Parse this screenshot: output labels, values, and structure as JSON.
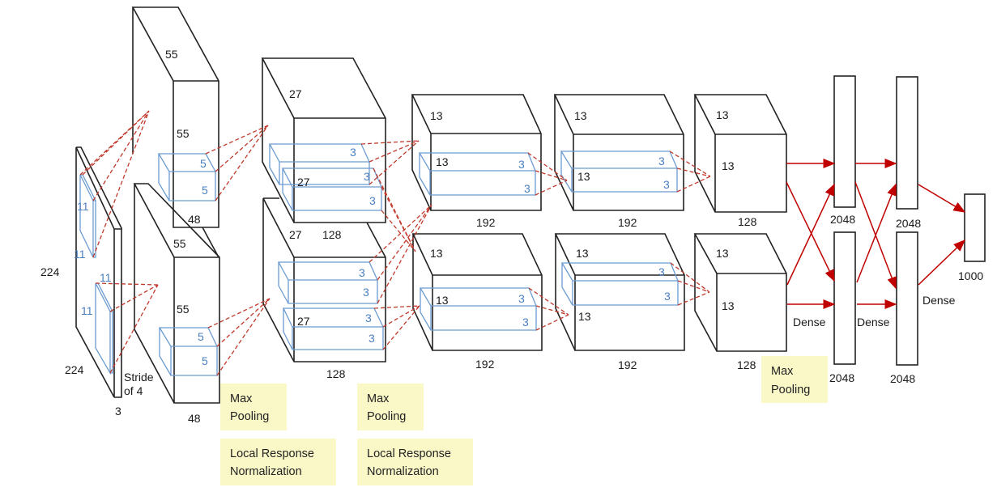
{
  "title": "AlexNet architecture",
  "colors": {
    "tensor_outline": "#222222",
    "kernel_outline": "#6b9bd1",
    "receptive_field": "#c0392b",
    "dense_arrow": "#c00000",
    "note_bg": "#fbf8c8"
  },
  "input": {
    "height": "224",
    "width": "224",
    "depth": "3",
    "kernel_a_h": "11",
    "kernel_a_w": "11",
    "kernel_b_h": "11",
    "kernel_b_w": "11",
    "stride": [
      "Stride",
      "of 4"
    ]
  },
  "conv1": {
    "top": {
      "h": "55",
      "w": "55",
      "d": "48",
      "k1": "5",
      "k2": "5"
    },
    "bottom": {
      "h": "55",
      "w": "55",
      "d": "48",
      "k1": "5",
      "k2": "5"
    }
  },
  "conv2": {
    "top": {
      "h": "27",
      "w": "27",
      "w2": "27",
      "d": "128",
      "k": [
        "3",
        "3",
        "3"
      ]
    },
    "bottom": {
      "w": "27",
      "d": "128",
      "k": [
        "3",
        "3",
        "3",
        "3"
      ]
    }
  },
  "conv3": {
    "top": {
      "h": "13",
      "w": "13",
      "d": "192",
      "k": [
        "3",
        "3"
      ]
    },
    "bottom": {
      "h": "13",
      "w": "13",
      "d": "192",
      "k": [
        "3",
        "3"
      ]
    }
  },
  "conv4": {
    "top": {
      "h": "13",
      "w": "13",
      "d": "192",
      "k": [
        "3",
        "3"
      ]
    },
    "bottom": {
      "h": "13",
      "w": "13",
      "d": "192",
      "k": [
        "3",
        "3"
      ]
    }
  },
  "conv5": {
    "top": {
      "h": "13",
      "w": "13",
      "d": "128"
    },
    "bottom": {
      "h": "13",
      "w": "13",
      "d": "128"
    }
  },
  "dense": {
    "fc6_top": "2048",
    "fc6_bottom": "2048",
    "fc7_top": "2048",
    "fc7_bottom": "2048",
    "out": "1000",
    "label1": "Dense",
    "label2": "Dense",
    "label3": "Dense"
  },
  "notes": {
    "pool1": [
      "Max",
      "Pooling"
    ],
    "lrn1": [
      "Local Response",
      "Normalization"
    ],
    "pool2": [
      "Max",
      "Pooling"
    ],
    "lrn2": [
      "Local Response",
      "Normalization"
    ],
    "pool5": [
      "Max",
      "Pooling"
    ]
  }
}
